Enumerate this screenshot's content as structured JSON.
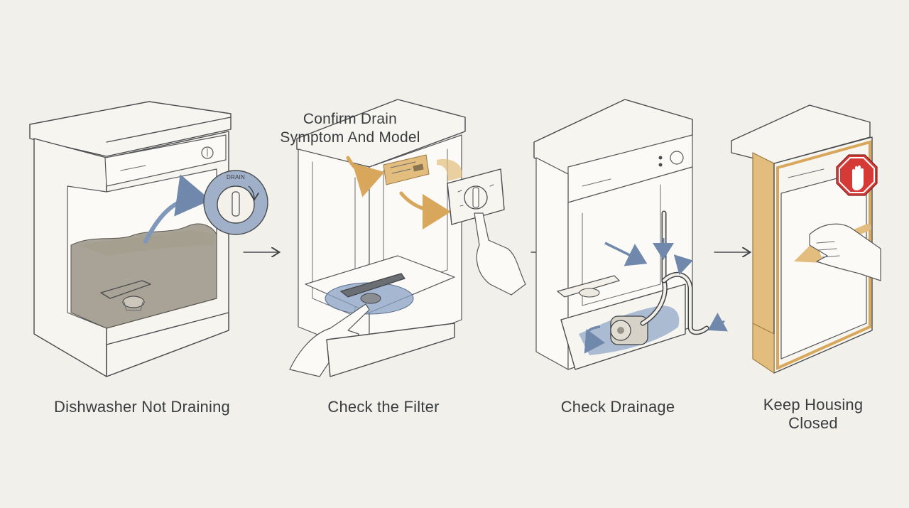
{
  "steps": [
    {
      "id": "step-1",
      "title": "Dishwasher Not Draining"
    },
    {
      "id": "step-2",
      "title": "Check the Filter"
    },
    {
      "id": "step-3",
      "title": "Check Drainage"
    },
    {
      "id": "step-4",
      "title_lines": [
        "Keep Housing",
        "Closed"
      ]
    }
  ],
  "callouts": {
    "confirm_lines": [
      "Confirm Drain",
      "Symptom And Model"
    ],
    "dial_label": "DRAIN"
  },
  "colors": {
    "water": "#8c8576",
    "blue_accent": "#7f97b8",
    "gold_accent": "#e3bd7e",
    "stop_red": "#d63a37",
    "ink": "#4a4c4f",
    "background": "#f2f0ea"
  },
  "icons": {
    "stop_sign": "stop-hand-icon",
    "arrow": "right-arrow-icon"
  }
}
